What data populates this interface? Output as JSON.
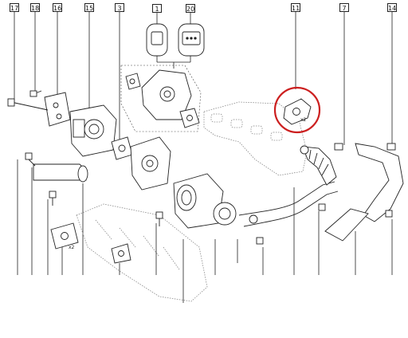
{
  "callouts": [
    {
      "id": "17",
      "label": "17"
    },
    {
      "id": "18",
      "label": "18"
    },
    {
      "id": "16",
      "label": "16"
    },
    {
      "id": "15",
      "label": "15"
    },
    {
      "id": "3",
      "label": "3"
    },
    {
      "id": "1",
      "label": "1"
    },
    {
      "id": "20",
      "label": "20"
    },
    {
      "id": "11",
      "label": "11"
    },
    {
      "id": "7",
      "label": "7"
    },
    {
      "id": "14",
      "label": "14"
    }
  ],
  "annotations": {
    "qty_gasket_top": "x2",
    "qty_gasket_left": "x2"
  },
  "colors": {
    "line": "#222222",
    "highlight": "#cc1f1f",
    "background": "#ffffff"
  }
}
